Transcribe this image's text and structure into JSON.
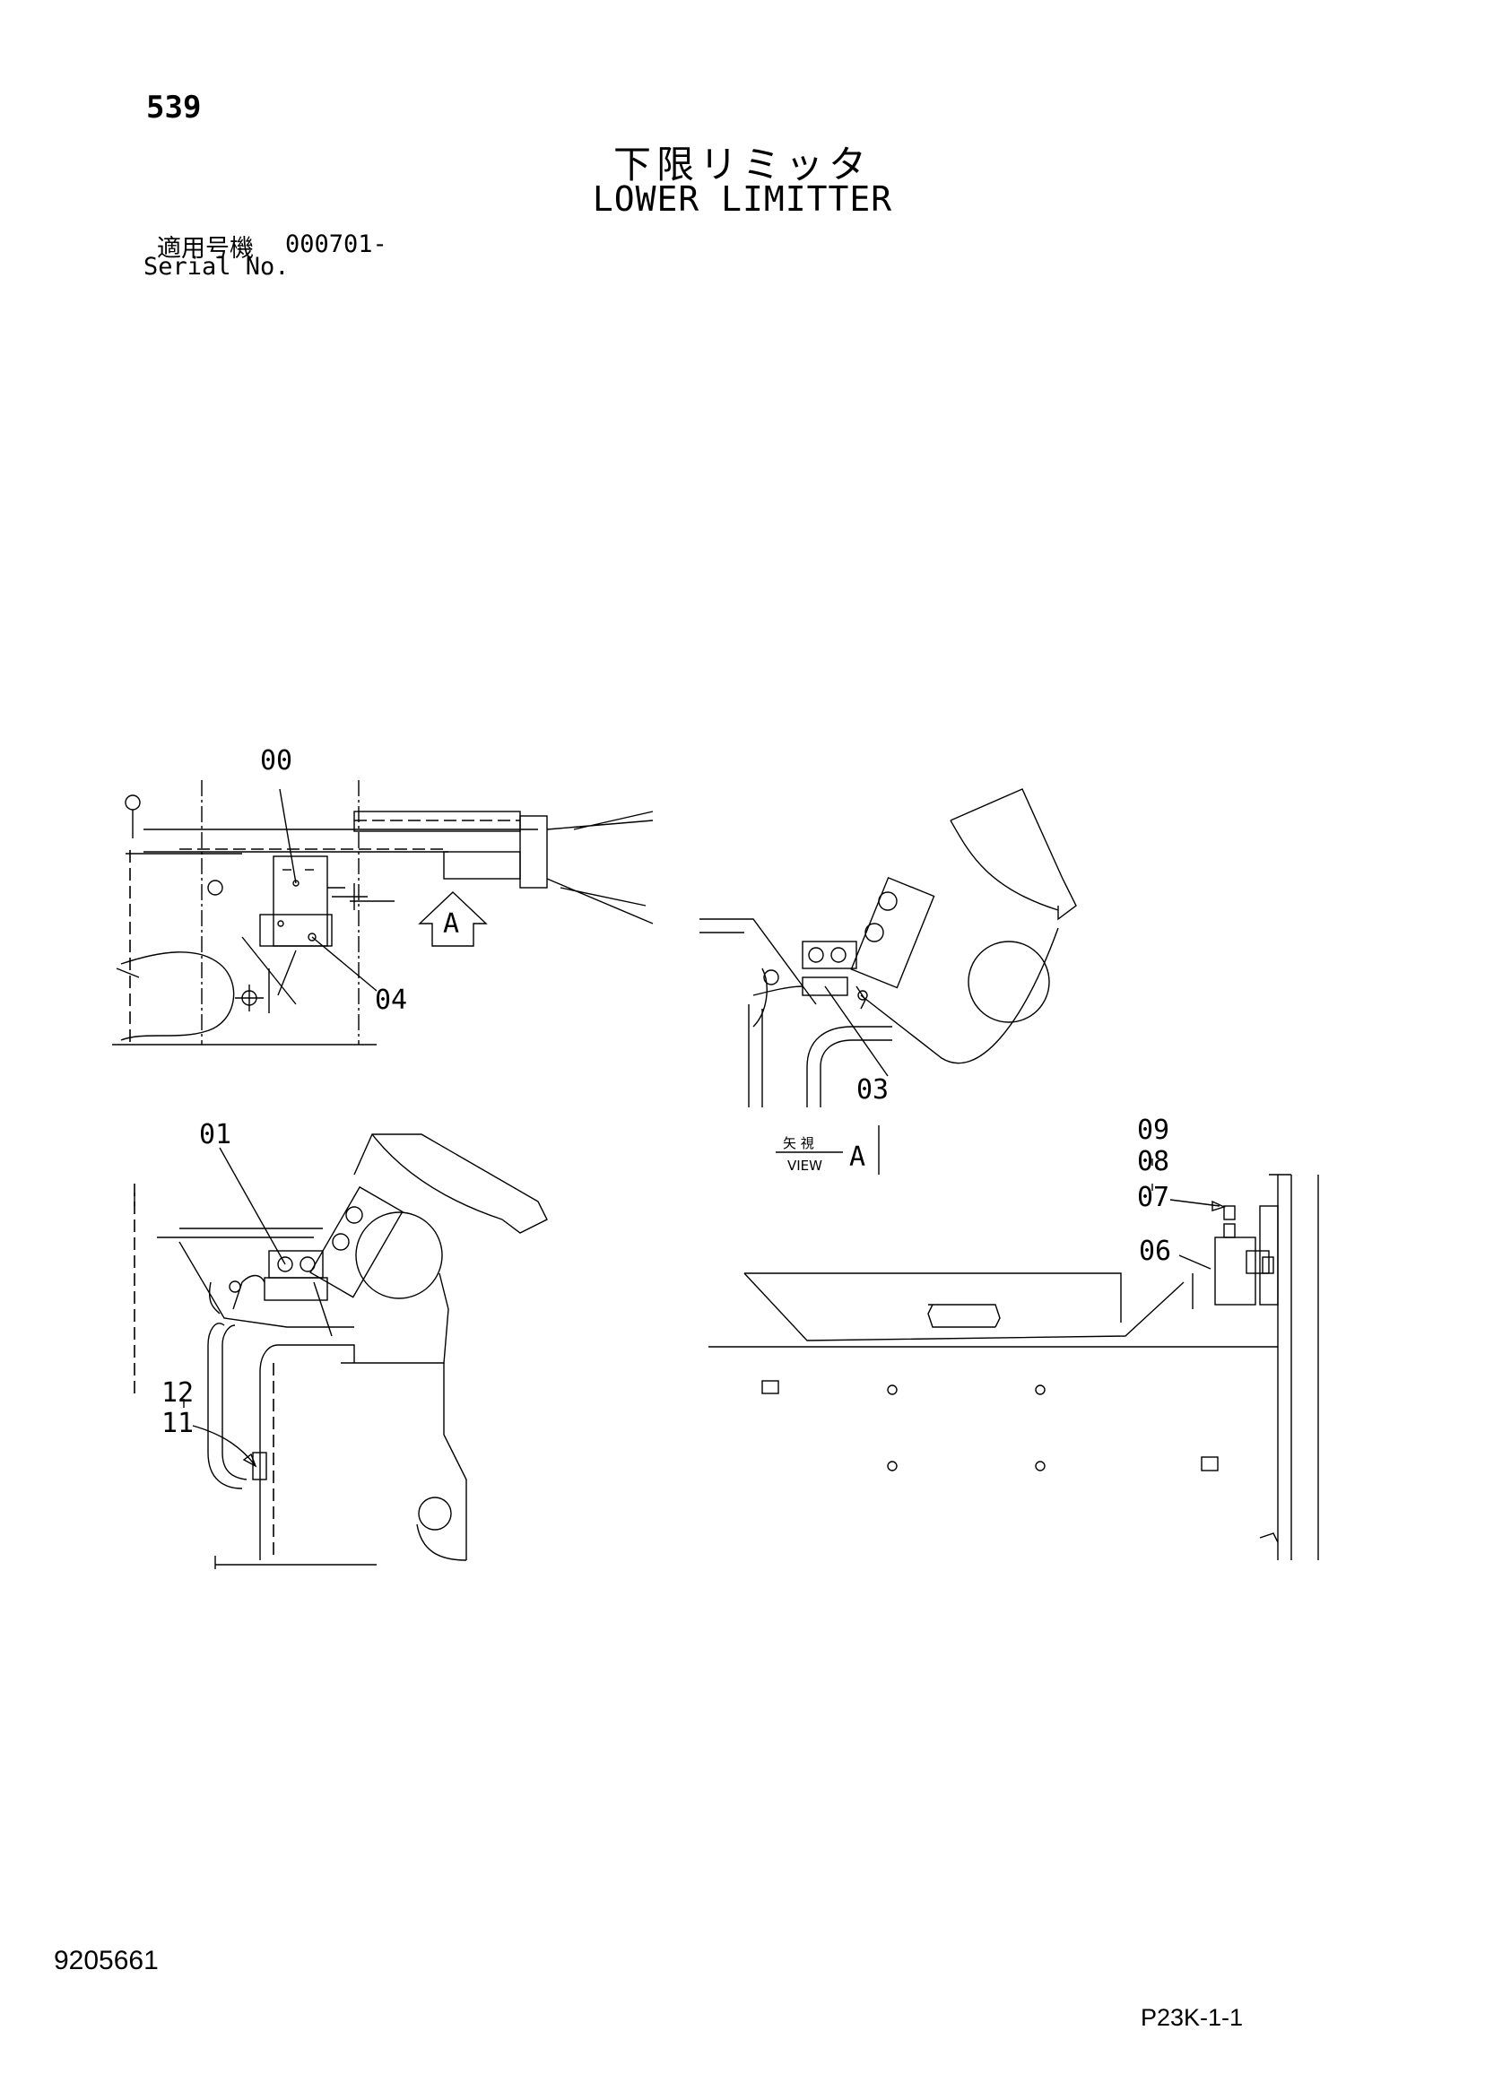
{
  "header": {
    "page_number": "539",
    "title_ja": "下限リミッタ",
    "title_en": "LOWER LIMITTER",
    "serial_label_ja": "適用号機",
    "serial_range": "000701-",
    "serial_label_en": "Serial No."
  },
  "callouts": {
    "c00": "00",
    "c04": "04",
    "c03": "03",
    "c01": "01",
    "c12": "12",
    "c11": "11",
    "c09": "09",
    "c08": "08",
    "c07": "07",
    "c06": "06"
  },
  "view": {
    "arrow_letter": "A",
    "view_ja": "矢 視",
    "view_en": "VIEW",
    "view_letter": "A"
  },
  "footer": {
    "doc_number": "9205661",
    "page_code": "P23K-1-1"
  }
}
